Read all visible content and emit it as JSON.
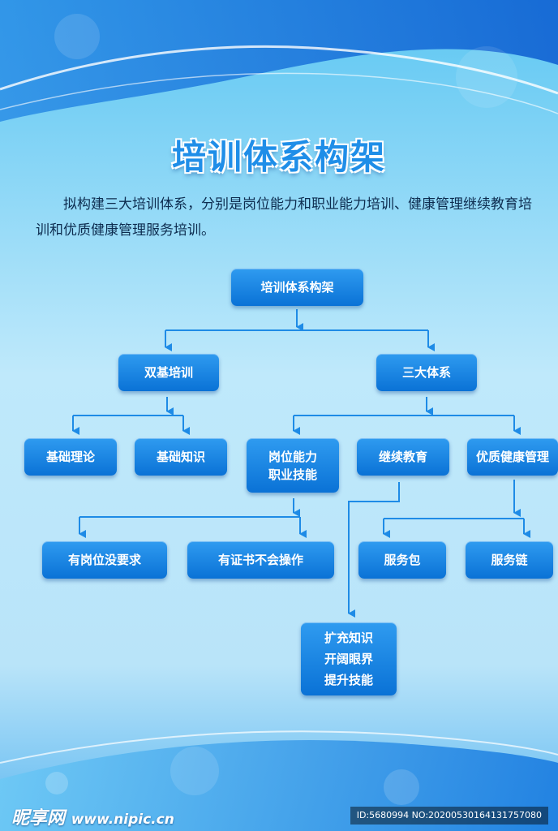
{
  "title": "培训体系构架",
  "intro": "拟构建三大培训体系，分别是岗位能力和职业能力培训、健康管理继续教育培训和优质健康管理服务培训。",
  "nodes": {
    "root": "培训体系构架",
    "dual": "双基培训",
    "three": "三大体系",
    "theory": "基础理论",
    "knowledge": "基础知识",
    "post_line1": "岗位能力",
    "post_line2": "职业技能",
    "continuing": "继续教育",
    "quality": "优质健康管理",
    "req": "有岗位没要求",
    "cert": "有证书不会操作",
    "package": "服务包",
    "chain": "服务链",
    "expand_line1": "扩充知识",
    "expand_line2": "开阔眼界",
    "expand_line3": "提升技能"
  },
  "watermark": {
    "brand": "昵享网",
    "site": "www.nipic.cn",
    "id_text": "ID:5680994 NO:20200530164131757080"
  }
}
